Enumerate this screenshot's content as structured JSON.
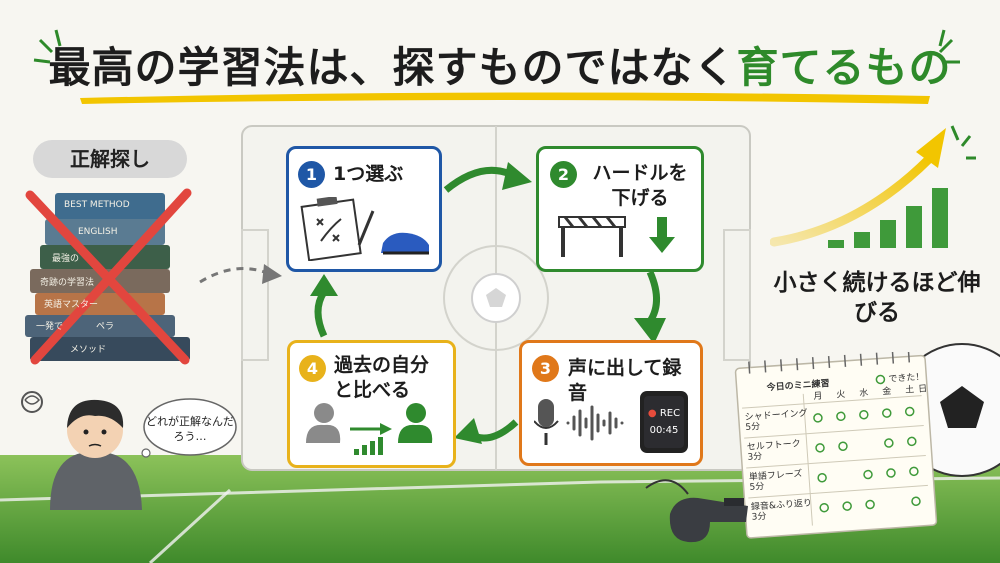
{
  "title": {
    "main": "最高の学習法は、探すものではなく",
    "highlight": "育てるもの"
  },
  "left": {
    "pill": "正解探し",
    "books": [
      "BEST METHOD",
      "ENGLISH",
      "最強の",
      "奇跡の学習法",
      "英語マスター",
      "一発で",
      "ペラ",
      "メソッド"
    ],
    "thought": "どれが正解なんだろう…"
  },
  "steps": [
    {
      "num": "1",
      "title": "1つ選ぶ",
      "color": "#1f57a6"
    },
    {
      "num": "2",
      "title": "ハードルを下げる",
      "color": "#2f8a2e"
    },
    {
      "num": "3",
      "title": "声に出して録音",
      "color": "#e0781a"
    },
    {
      "num": "4",
      "title": "過去の自分と比べる",
      "color": "#e8b21b"
    }
  ],
  "phone": {
    "rec": "REC",
    "time": "00:45"
  },
  "growth": {
    "text": "小さく続けるほど伸びる"
  },
  "practice_card": {
    "title": "今日のミニ練習",
    "legend": "できた！",
    "days": [
      "月",
      "火",
      "水",
      "金",
      "土",
      "日"
    ],
    "rows": [
      {
        "label": "シャドーイング",
        "time": "5分"
      },
      {
        "label": "セルフトーク",
        "time": "3分"
      },
      {
        "label": "単語フレーズ",
        "time": "5分"
      },
      {
        "label": "録音&ふり返り",
        "time": "3分"
      }
    ]
  }
}
